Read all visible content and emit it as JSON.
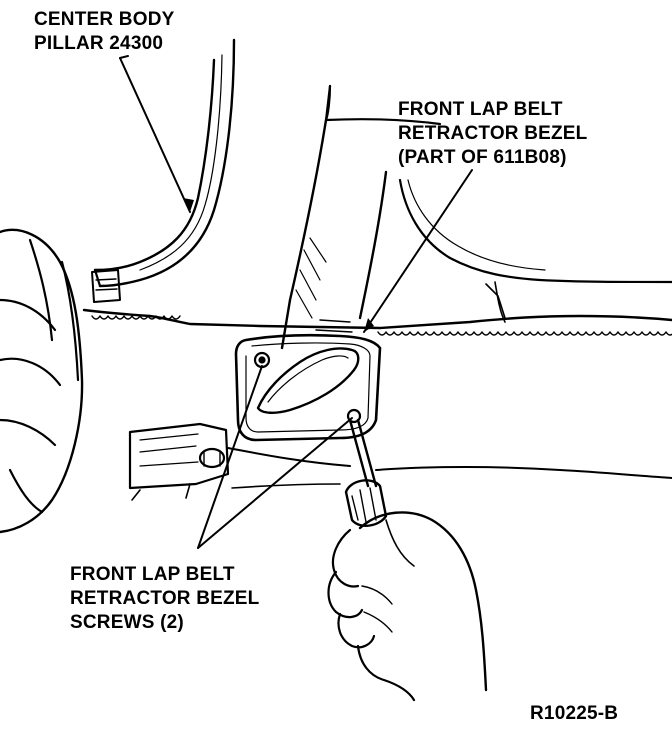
{
  "callouts": {
    "pillar": [
      "CENTER BODY",
      "PILLAR 24300"
    ],
    "bezel": [
      "FRONT LAP BELT",
      "RETRACTOR BEZEL",
      "(PART OF 611B08)"
    ],
    "screws": [
      "FRONT LAP BELT",
      "RETRACTOR BEZEL",
      "SCREWS (2)"
    ]
  },
  "figure_ref": "R10225-B"
}
